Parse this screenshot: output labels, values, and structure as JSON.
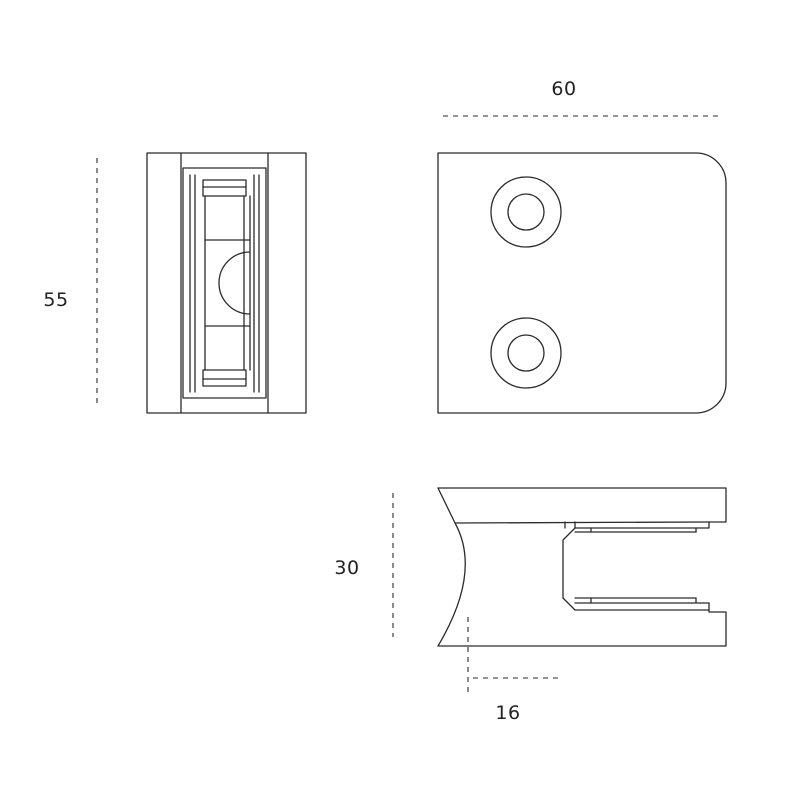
{
  "diagram": {
    "colors": {
      "stroke": "#2b2b2b",
      "text": "#222222",
      "background": "#ffffff"
    },
    "dimensions": {
      "width": "60",
      "height": "55",
      "depth": "30",
      "glass_offset": "16"
    }
  }
}
